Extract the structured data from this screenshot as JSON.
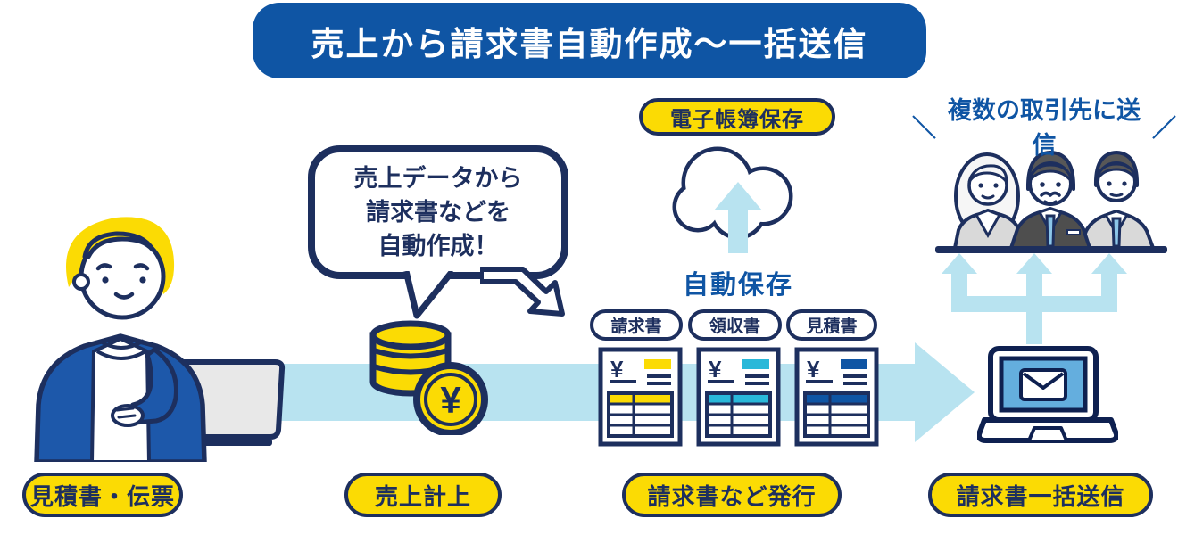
{
  "banner": {
    "title": "売上から請求書自動作成～一括送信"
  },
  "speech_bubble": {
    "lines": [
      "売上データから",
      "請求書などを",
      "自動作成！"
    ]
  },
  "cloud": {
    "label": "電子帳簿保存",
    "caption": "自動保存"
  },
  "recipients": {
    "caption": "複数の取引先に送信",
    "slash_left": "＼",
    "slash_right": "／"
  },
  "documents": {
    "labels": [
      "請求書",
      "領収書",
      "見積書"
    ],
    "accent_colors": [
      "#fbdb04",
      "#29b8d9",
      "#0f55a4"
    ],
    "currency_symbol": "¥"
  },
  "coin": {
    "symbol": "¥"
  },
  "steps": [
    {
      "label": "見積書・伝票"
    },
    {
      "label": "売上計上"
    },
    {
      "label": "請求書など発行"
    },
    {
      "label": "請求書一括送信"
    }
  ],
  "colors": {
    "navy": "#1d2f5e",
    "banner_blue": "#0f55a4",
    "yellow": "#fbdb04",
    "light_blue": "#b8e3f0",
    "cyan": "#29b8d9",
    "screen_blue": "#64aede"
  }
}
